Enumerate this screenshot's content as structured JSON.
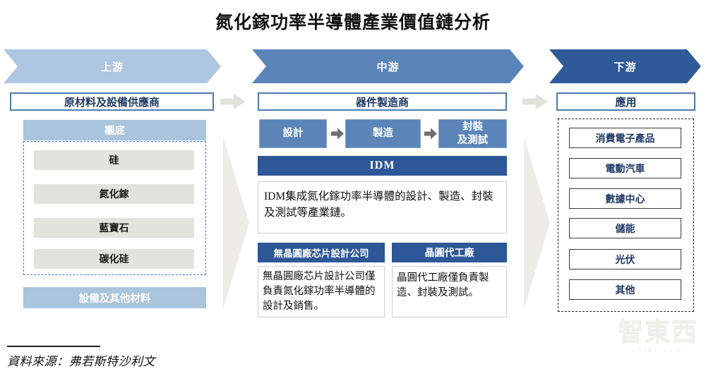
{
  "title": "氮化鎵功率半導體產業價值鏈分析",
  "stages": [
    {
      "label": "上游",
      "color": "#aec6e0"
    },
    {
      "label": "中游",
      "color": "#5b85b8"
    },
    {
      "label": "下游",
      "color": "#2e5a97"
    }
  ],
  "upstream": {
    "header": "原材料及設備供應商",
    "substrate_header": "襯底",
    "substrate_items": [
      "硅",
      "氮化鎵",
      "藍寶石",
      "碳化硅"
    ],
    "equipment_bar": "設備及其他材料"
  },
  "midstream": {
    "header": "器件製造商",
    "steps": [
      "設計",
      "製造",
      "封裝\n及測試"
    ],
    "idm_header": "IDM",
    "idm_desc": "IDM集成氮化鎵功率半導體的設計、製造、封裝及測試等產業鏈。",
    "fabless_header": "無晶圓廠芯片設計公司",
    "fabless_desc": "無晶圓廠芯片設計公司僅負責氮化鎵功率半導體的設計及銷售。",
    "foundry_header": "晶圓代工廠",
    "foundry_desc": "晶圓代工廠僅負責製造、封裝及測試。"
  },
  "downstream": {
    "header": "應用",
    "items": [
      "消費電子產品",
      "電動汽車",
      "數據中心",
      "儲能",
      "光伏",
      "其他"
    ]
  },
  "source": "資料來源：弗若斯特沙利文",
  "watermark": {
    "logo": "智東西",
    "domain": "zhidx.com"
  },
  "colors": {
    "stage_light_blue": "#aec6e0",
    "stage_mid_blue": "#5b85b8",
    "stage_dark_blue": "#2e5a97",
    "navy_text": "#1f3864",
    "header_box_border": "#4e79ae",
    "light_blue_bar": "#a9c4dd",
    "dark_blue_bar": "#2d5797",
    "gray_item_bg": "#e2e2de",
    "dashed_blue": "#4472c4",
    "dashed_black": "#222222",
    "flow_arrow_gray": "#e2e2da",
    "flow_triangle_gray": "#edece6",
    "step_arrow_gray": "#6e6e6e"
  }
}
